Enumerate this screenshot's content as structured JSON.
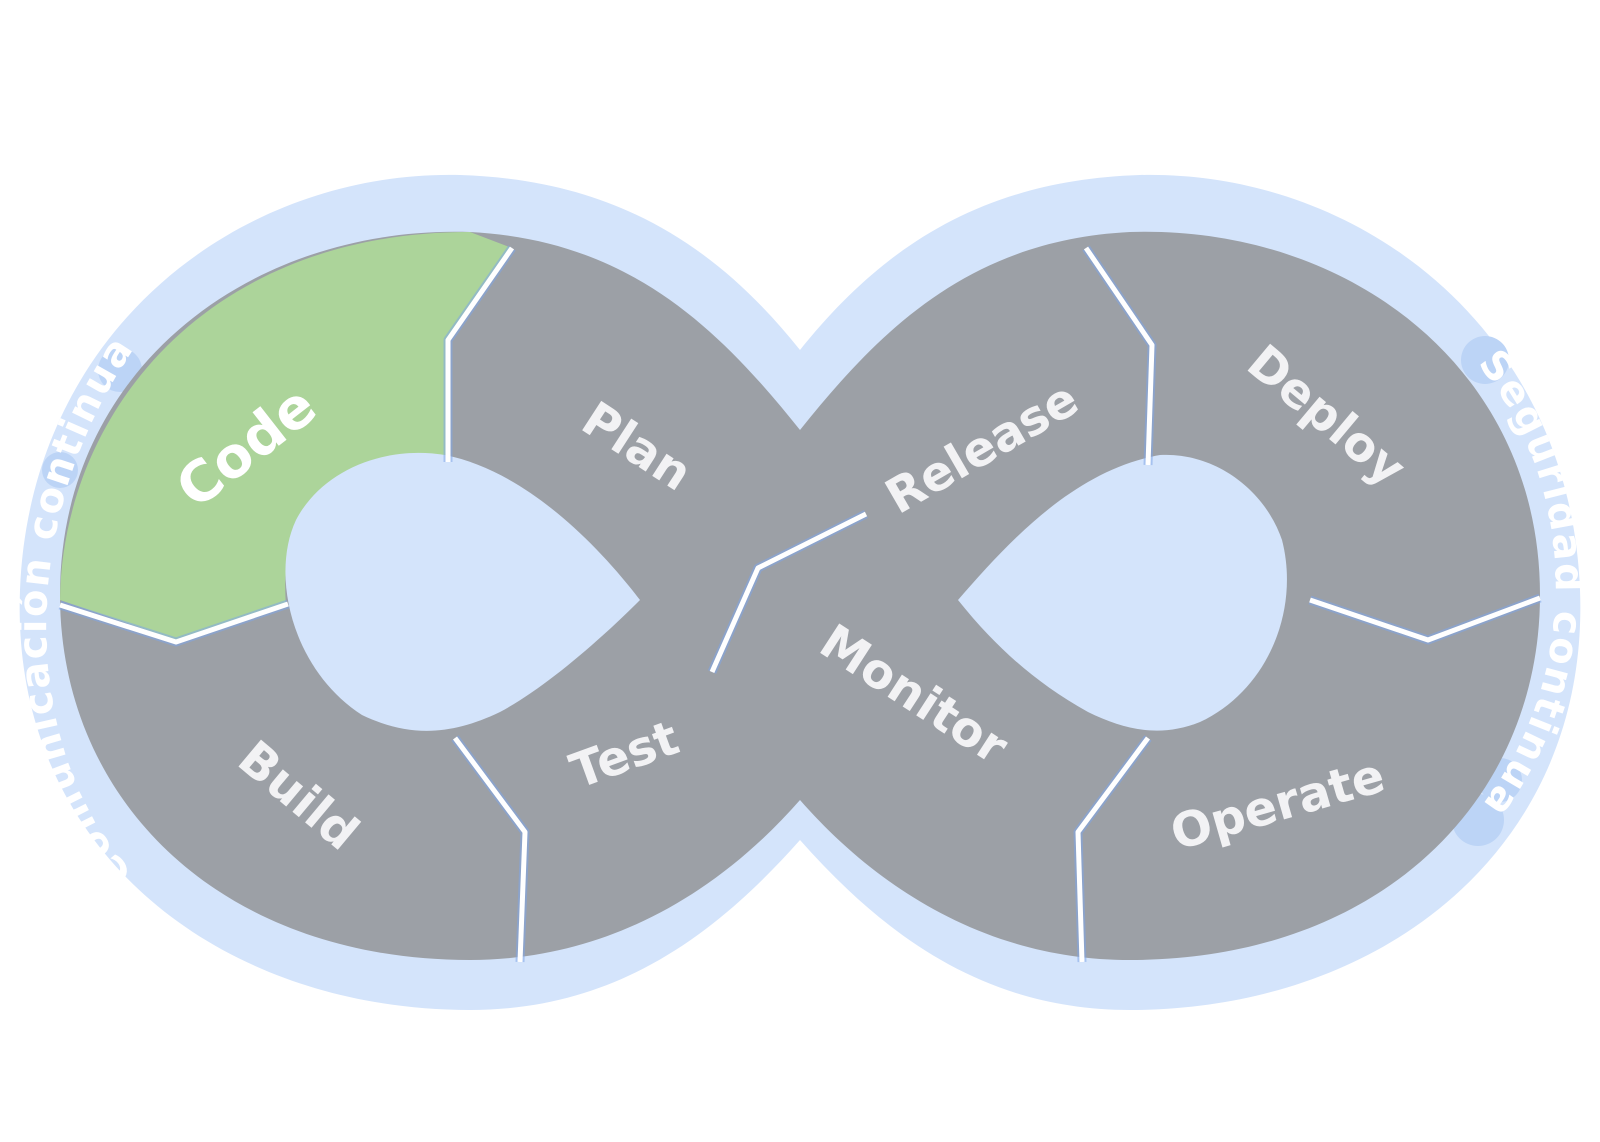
{
  "halo": {
    "left_text": "Comunicación continua",
    "right_text": "Seguridad continua"
  },
  "stages": {
    "code": "Code",
    "plan": "Plan",
    "build": "Build",
    "test": "Test",
    "release": "Release",
    "deploy": "Deploy",
    "monitor": "Monitor",
    "operate": "Operate"
  },
  "active_stage": "Code",
  "colors": {
    "halo": "#d4e4fb",
    "segment": "#9ca0a6",
    "active": "#acd49a",
    "divider": "#ffffff",
    "divider_glow": "#7fa6e8",
    "label": "#f2f2f4"
  }
}
